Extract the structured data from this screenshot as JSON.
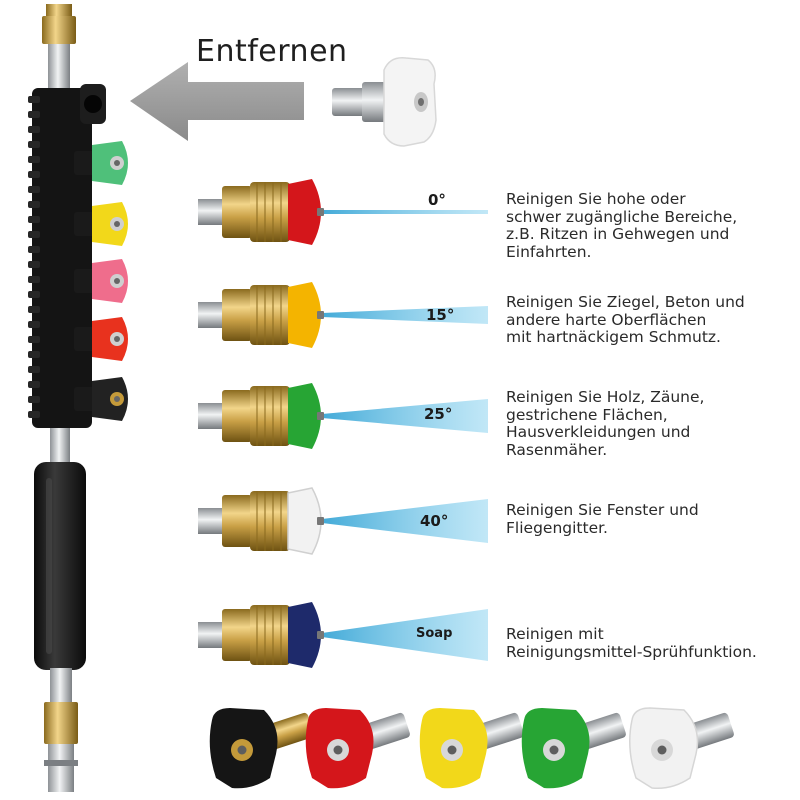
{
  "header": {
    "remove_label": "Entfernen"
  },
  "nozzles": [
    {
      "angle": "0°",
      "color": "#d4161b",
      "description": "Reinigen Sie hohe oder\nschwer zugängliche Bereiche,\nz.B. Ritzen in Gehwegen und\nEinfahrten."
    },
    {
      "angle": "15°",
      "color": "#f4b400",
      "description": "Reinigen Sie Ziegel, Beton und\nandere harte Oberflächen\nmit hartnäckigem Schmutz."
    },
    {
      "angle": "25°",
      "color": "#27a534",
      "description": "Reinigen Sie Holz, Zäune,\ngestrichene Flächen,\nHausverkleidungen und\nRasenmäher."
    },
    {
      "angle": "40°",
      "color": "#f2f2f2",
      "description": "Reinigen Sie Fenster und\nFliegengitter."
    },
    {
      "angle": "Soap",
      "color": "#1e2a6b",
      "description": "Reinigen mit\nReinigungsmittel-Sprühfunktion."
    }
  ],
  "wand_tips": [
    "#4fc07a",
    "#f2d81a",
    "#ef6d8c",
    "#e8321e",
    "#222222"
  ],
  "bottom_tips": [
    "#151515",
    "#d4161b",
    "#f2d81a",
    "#27a534",
    "#f2f2f2"
  ]
}
